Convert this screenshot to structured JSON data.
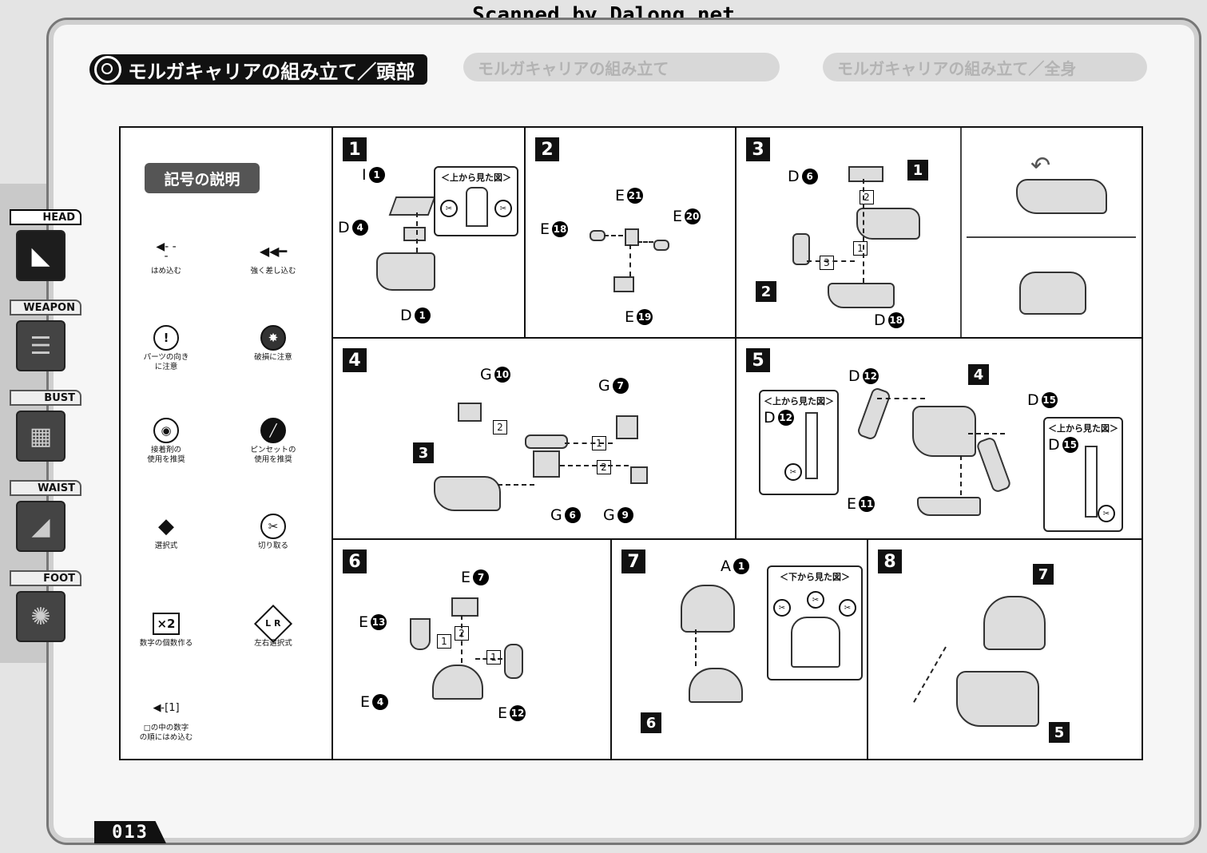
{
  "scan_credit": "Scanned by Dalong.net",
  "title": "モルガキャリアの組み立て／頭部",
  "page_number": "013",
  "side_tabs": [
    {
      "label": "HEAD",
      "icon": "head-icon",
      "active": true
    },
    {
      "label": "WEAPON",
      "icon": "weapon-icon",
      "active": false
    },
    {
      "label": "BUST",
      "icon": "bust-icon",
      "active": false
    },
    {
      "label": "WAIST",
      "icon": "waist-icon",
      "active": false
    },
    {
      "label": "FOOT",
      "icon": "foot-icon",
      "active": false
    }
  ],
  "legend": {
    "title": "記号の説明",
    "symbols": [
      {
        "glyph": "◀- - -",
        "text": "はめ込む"
      },
      {
        "glyph": "◀◀━",
        "text": "強く差し込む"
      },
      {
        "glyph": "!",
        "text": "パーツの向き\nに注意"
      },
      {
        "glyph": "✸",
        "text": "破損に注意"
      },
      {
        "glyph": "◉",
        "text": "接着剤の\n使用を推奨"
      },
      {
        "glyph": "╱",
        "text": "ピンセットの\n使用を推奨"
      },
      {
        "glyph": "◆",
        "text": "選択式"
      },
      {
        "glyph": "✂",
        "text": "切り取る"
      },
      {
        "glyph": "×2",
        "text": "数字の個数作る"
      },
      {
        "glyph": "L R",
        "text": "左右選択式"
      },
      {
        "glyph": "◀-[1]",
        "text": "□の中の数字\nの順にはめ込む"
      }
    ]
  },
  "view_labels": {
    "top": "＜上から見た図＞",
    "bottom": "＜下から見た図＞"
  },
  "steps": [
    {
      "n": "1",
      "parts": [
        {
          "s": "I",
          "n": "1"
        },
        {
          "s": "D",
          "n": "4"
        },
        {
          "s": "D",
          "n": "1"
        }
      ]
    },
    {
      "n": "2",
      "parts": [
        {
          "s": "E",
          "n": "21"
        },
        {
          "s": "E",
          "n": "18"
        },
        {
          "s": "E",
          "n": "20"
        },
        {
          "s": "E",
          "n": "19"
        }
      ]
    },
    {
      "n": "3",
      "parts": [
        {
          "s": "D",
          "n": "6"
        },
        {
          "s": "D",
          "n": "18"
        }
      ],
      "refs": [
        "1",
        "2"
      ],
      "order": [
        "2",
        "1",
        "3"
      ]
    },
    {
      "n": "4",
      "parts": [
        {
          "s": "G",
          "n": "10"
        },
        {
          "s": "G",
          "n": "7"
        },
        {
          "s": "G",
          "n": "6"
        },
        {
          "s": "G",
          "n": "9"
        }
      ],
      "refs": [
        "3"
      ],
      "order": [
        "2",
        "1",
        "2"
      ]
    },
    {
      "n": "5",
      "parts": [
        {
          "s": "D",
          "n": "12"
        },
        {
          "s": "D",
          "n": "15"
        },
        {
          "s": "E",
          "n": "11"
        },
        {
          "s": "D",
          "n": "12"
        },
        {
          "s": "D",
          "n": "15"
        }
      ],
      "refs": [
        "4"
      ]
    },
    {
      "n": "6",
      "parts": [
        {
          "s": "E",
          "n": "7"
        },
        {
          "s": "E",
          "n": "13"
        },
        {
          "s": "E",
          "n": "4"
        },
        {
          "s": "E",
          "n": "12"
        }
      ],
      "order": [
        "1",
        "2",
        "1"
      ]
    },
    {
      "n": "7",
      "parts": [
        {
          "s": "A",
          "n": "1"
        }
      ],
      "refs": [
        "6"
      ]
    },
    {
      "n": "8",
      "refs": [
        "7",
        "5"
      ]
    }
  ],
  "ghost_titles": [
    "モルガキャリアの組み立て",
    "モルガキャリアの組み立て／全身"
  ]
}
